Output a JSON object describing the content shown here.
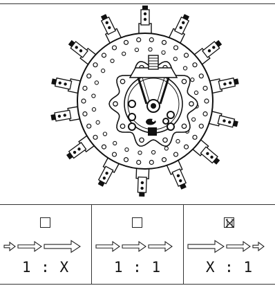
{
  "ratio_options": [
    {
      "label": "1 : X",
      "checked": false,
      "arrow_sizes": [
        "small",
        "medium",
        "large"
      ]
    },
    {
      "label": "1 : 1",
      "checked": false,
      "arrow_sizes": [
        "medium",
        "medium",
        "medium"
      ]
    },
    {
      "label": "X : 1",
      "checked": true,
      "arrow_sizes": [
        "large",
        "medium",
        "small"
      ]
    }
  ]
}
